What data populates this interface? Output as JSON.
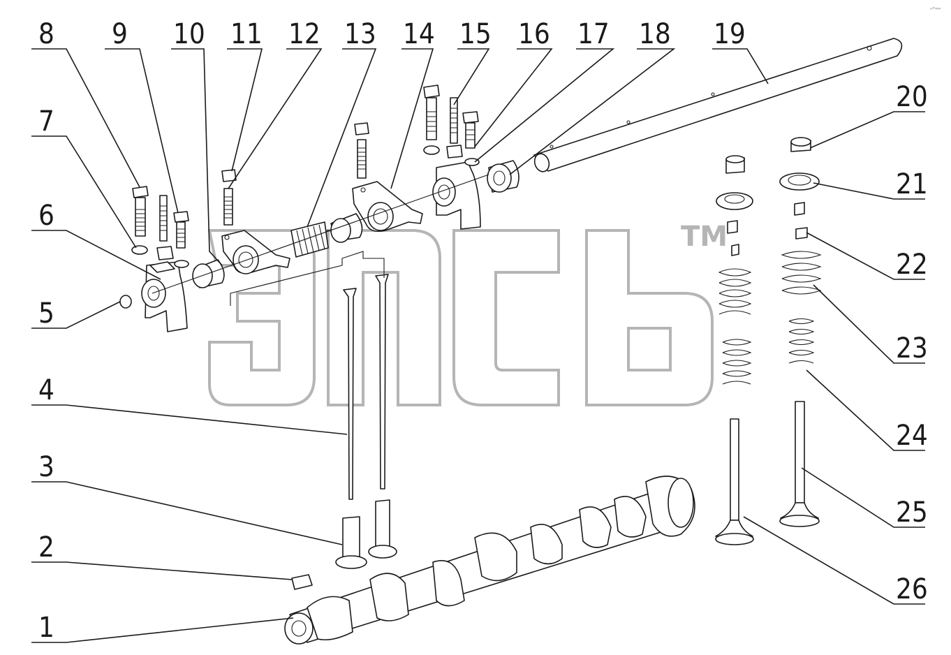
{
  "diagram": {
    "callouts": [
      "1",
      "2",
      "3",
      "4",
      "5",
      "6",
      "7",
      "8",
      "9",
      "10",
      "11",
      "12",
      "13",
      "14",
      "15",
      "16",
      "17",
      "18",
      "19",
      "20",
      "21",
      "22",
      "23",
      "24",
      "25",
      "26"
    ],
    "watermark": {
      "text": "элсь",
      "tm": "TM"
    },
    "corner_mark": "ᵃ°ʷʷ"
  }
}
